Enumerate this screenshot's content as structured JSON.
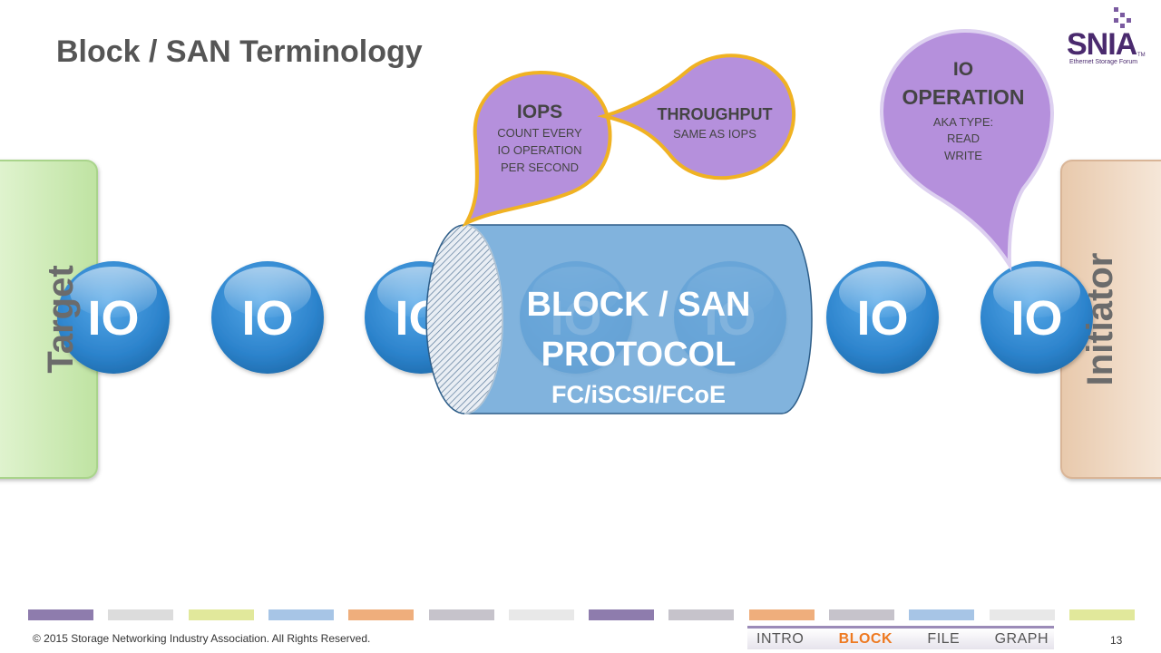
{
  "title": "Block / SAN Terminology",
  "logo": {
    "text": "SNIA",
    "tm": "TM",
    "subtitle": "Ethernet Storage Forum"
  },
  "target_label": "Target",
  "initiator_label": "Initiator",
  "io_label": "IO",
  "protocol": {
    "line1": "BLOCK / SAN",
    "line2": "PROTOCOL",
    "line3": "FC/iSCSI/FCoE"
  },
  "callouts": {
    "iops": {
      "title": "IOPS",
      "lines": [
        "COUNT EVERY",
        "IO OPERATION",
        "PER SECOND"
      ]
    },
    "throughput": {
      "title": "THROUGHPUT",
      "lines": [
        "SAME AS IOPS"
      ]
    },
    "io_operation": {
      "title_lines": [
        "IO",
        "OPERATION"
      ],
      "lines": [
        "AKA TYPE:",
        "READ",
        "WRITE"
      ]
    }
  },
  "footer": {
    "copyright": "© 2015 Storage Networking Industry Association. All Rights Reserved.",
    "page_number": "13",
    "nav": [
      "INTRO",
      "BLOCK",
      "FILE",
      "GRAPH"
    ],
    "active_nav": "BLOCK"
  },
  "colors": {
    "target_panel": "#cdebb6",
    "initiator_panel": "#f2dcc8",
    "io_circle": "#2f86cd",
    "pipe": "#6fa8d8",
    "callout_fill": "#b590dc",
    "callout_border_gold": "#f0b223",
    "accent_orange": "#ee7a22",
    "strip": [
      "#8e7cad",
      "#dcdcdc",
      "#e1e89b",
      "#a7c5e6",
      "#efae7c",
      "#c6c3cb",
      "#e8e8e8",
      "#8e7cad",
      "#c6c3cb",
      "#efae7c",
      "#c6c3cb",
      "#a7c5e6",
      "#e8e8e8",
      "#e1e89b"
    ]
  }
}
